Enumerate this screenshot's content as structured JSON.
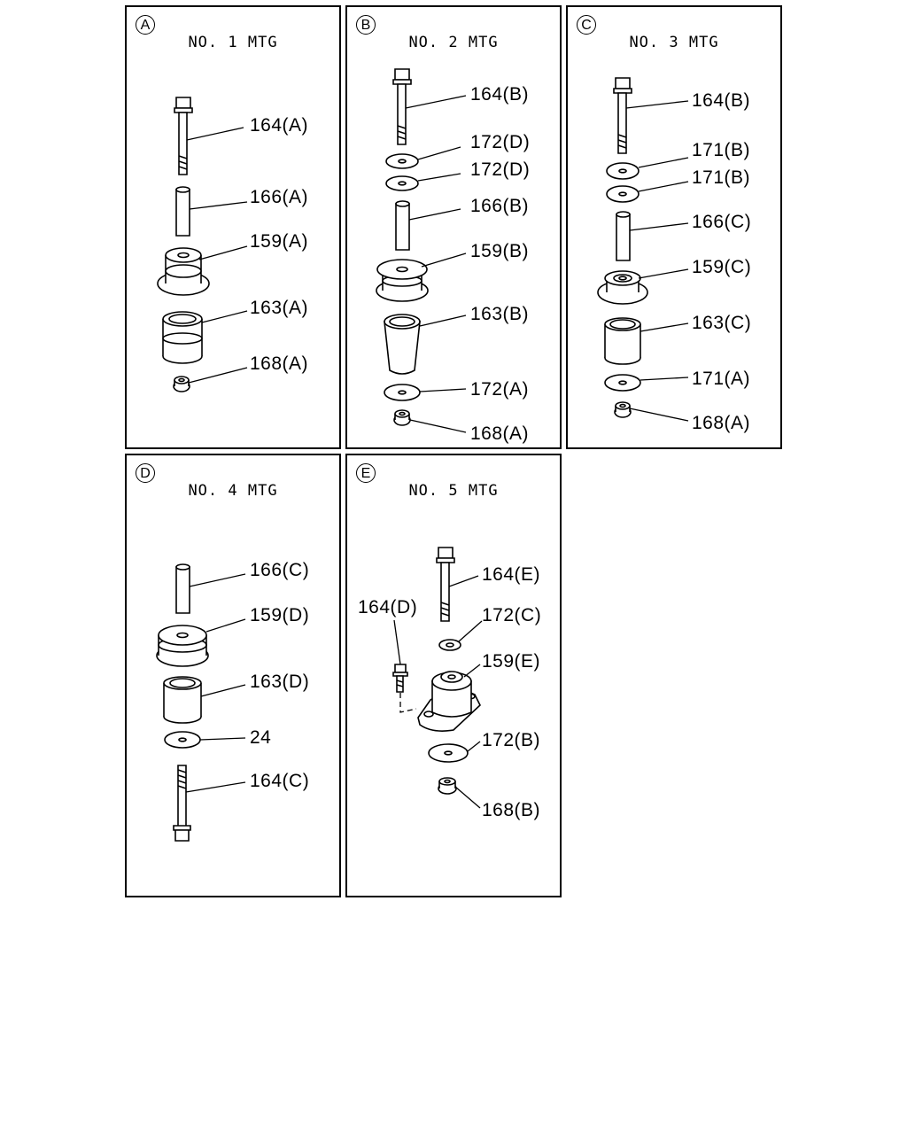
{
  "panels": [
    {
      "id": "A",
      "badge": "A",
      "title": "NO. 1  MTG",
      "labels": [
        "164(A)",
        "166(A)",
        "159(A)",
        "163(A)",
        "168(A)"
      ]
    },
    {
      "id": "B",
      "badge": "B",
      "title": "NO. 2  MTG",
      "labels": [
        "164(B)",
        "172(D)",
        "172(D)",
        "166(B)",
        "159(B)",
        "163(B)",
        "172(A)",
        "168(A)"
      ]
    },
    {
      "id": "C",
      "badge": "C",
      "title": "NO. 3  MTG",
      "labels": [
        "164(B)",
        "171(B)",
        "171(B)",
        "166(C)",
        "159(C)",
        "163(C)",
        "171(A)",
        "168(A)"
      ]
    },
    {
      "id": "D",
      "badge": "D",
      "title": "NO. 4  MTG",
      "labels": [
        "166(C)",
        "159(D)",
        "163(D)",
        "24",
        "164(C)"
      ]
    },
    {
      "id": "E",
      "badge": "E",
      "title": "NO. 5  MTG",
      "labels": [
        "164(E)",
        "164(D)",
        "172(C)",
        "159(E)",
        "172(B)",
        "168(B)"
      ]
    }
  ]
}
